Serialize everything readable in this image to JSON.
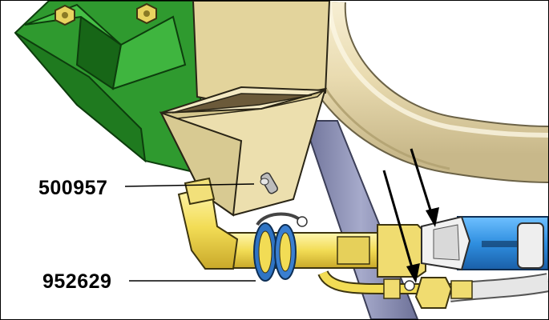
{
  "figure": {
    "callouts": [
      {
        "id": "callout-500957",
        "label": "500957"
      },
      {
        "id": "callout-952629",
        "label": "952629"
      }
    ],
    "arrows_count": 2,
    "colors": {
      "bracket_green": "#2f9a2f",
      "tube_tan": "#e9dcae",
      "hose_cream": "#efe3bf",
      "fitting_yellow": "#f2dc55",
      "spacer_blue": "#3a7fd0",
      "hose_blue": "#2f8fe0",
      "steel_gray": "#8a8fb4",
      "hose_white": "#e6e6e6"
    }
  }
}
